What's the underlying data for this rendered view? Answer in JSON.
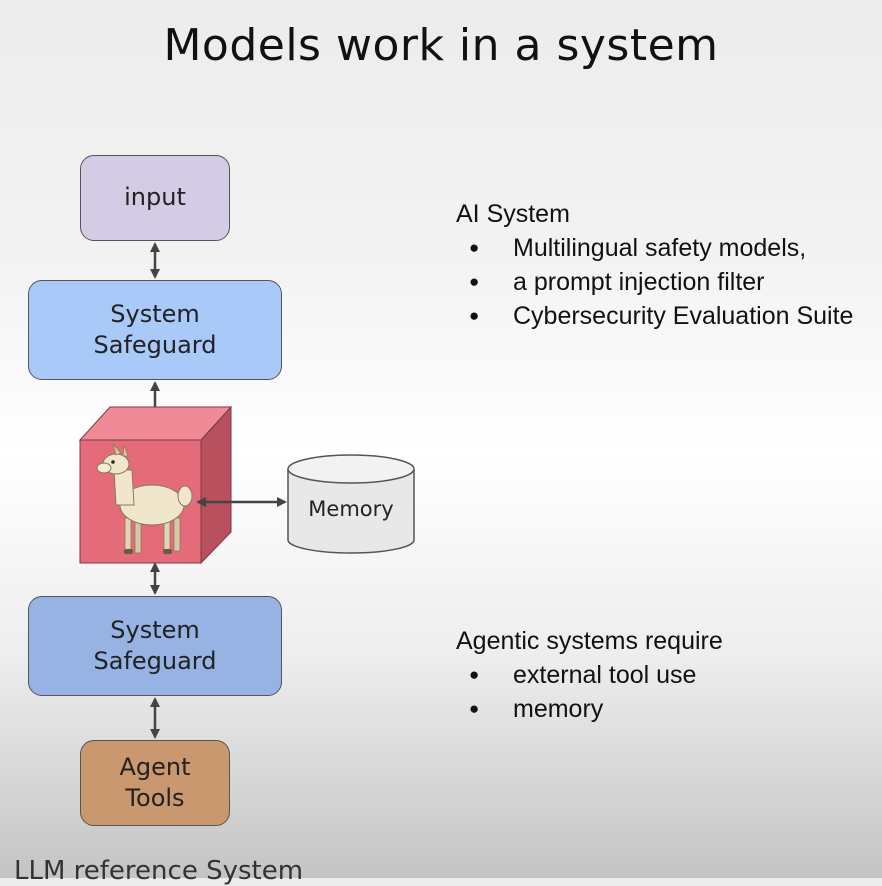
{
  "title": "Models work in a system",
  "diagram": {
    "input_label": "input",
    "safeguard_top_label": "System\nSafeguard",
    "safeguard_bottom_label": "System\nSafeguard",
    "agent_tools_label": "Agent\nTools",
    "memory_label": "Memory",
    "model_icon": "llama-icon",
    "colors": {
      "input": "#d3cce4",
      "safeguard_top": "#a9c9f8",
      "safeguard_bottom": "#96b3e3",
      "model_cube": "#e36b7a",
      "memory": "#e8e8e8",
      "agent_tools": "#c9986e"
    }
  },
  "ai_system": {
    "heading": "AI System",
    "items": [
      "Multilingual safety models,",
      "a prompt injection filter",
      "Cybersecurity Evaluation Suite"
    ]
  },
  "agentic": {
    "heading": "Agentic systems require",
    "items": [
      "external tool use",
      "memory"
    ]
  },
  "footer_text": "LLM reference System"
}
